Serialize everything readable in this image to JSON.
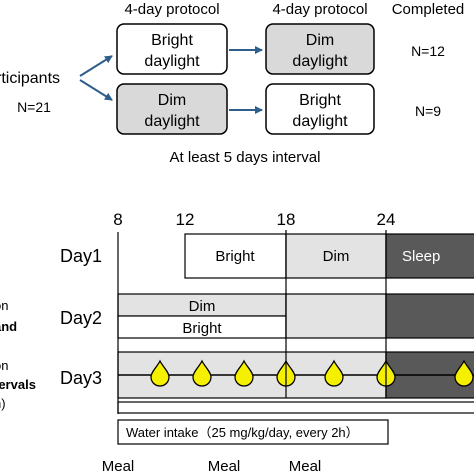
{
  "protocol": {
    "col1_header": "4-day protocol",
    "col2_header": "4-day protocol",
    "col3_header": "Completed",
    "participants_label": "rticipants",
    "participants_n": "N=21",
    "top_box1": [
      "Bright",
      "daylight"
    ],
    "top_box2": [
      "Dim",
      "daylight"
    ],
    "bottom_box1": [
      "Dim",
      "daylight"
    ],
    "bottom_box2": [
      "Bright",
      "daylight"
    ],
    "n_top": "N=12",
    "n_bottom": "N=9",
    "interval_text": "At least 5 days interval"
  },
  "timeline": {
    "hours": [
      "8",
      "12",
      "18",
      "24"
    ],
    "days": [
      "Day1",
      "Day2",
      "Day3"
    ],
    "day1": {
      "bright": "Bright",
      "dim": "Dim",
      "sleep": "Sleep"
    },
    "day2": {
      "dim": "Dim",
      "bright": "Bright"
    },
    "left_labels": {
      "a1": "on",
      "a2": "and",
      "b1": "on",
      "b2": "tervals",
      "b3": "h)"
    },
    "water_intake": "Water intake（25 mg/kg/day, every 2h）",
    "meals": [
      "Meal",
      "Meal",
      "Meal"
    ]
  },
  "colors": {
    "box_gray": "#d9d9d9",
    "dim_band": "#e3e3e3",
    "sleep_band": "#595959",
    "arrow": "#2e5f8a",
    "drop": "#f5f000"
  }
}
